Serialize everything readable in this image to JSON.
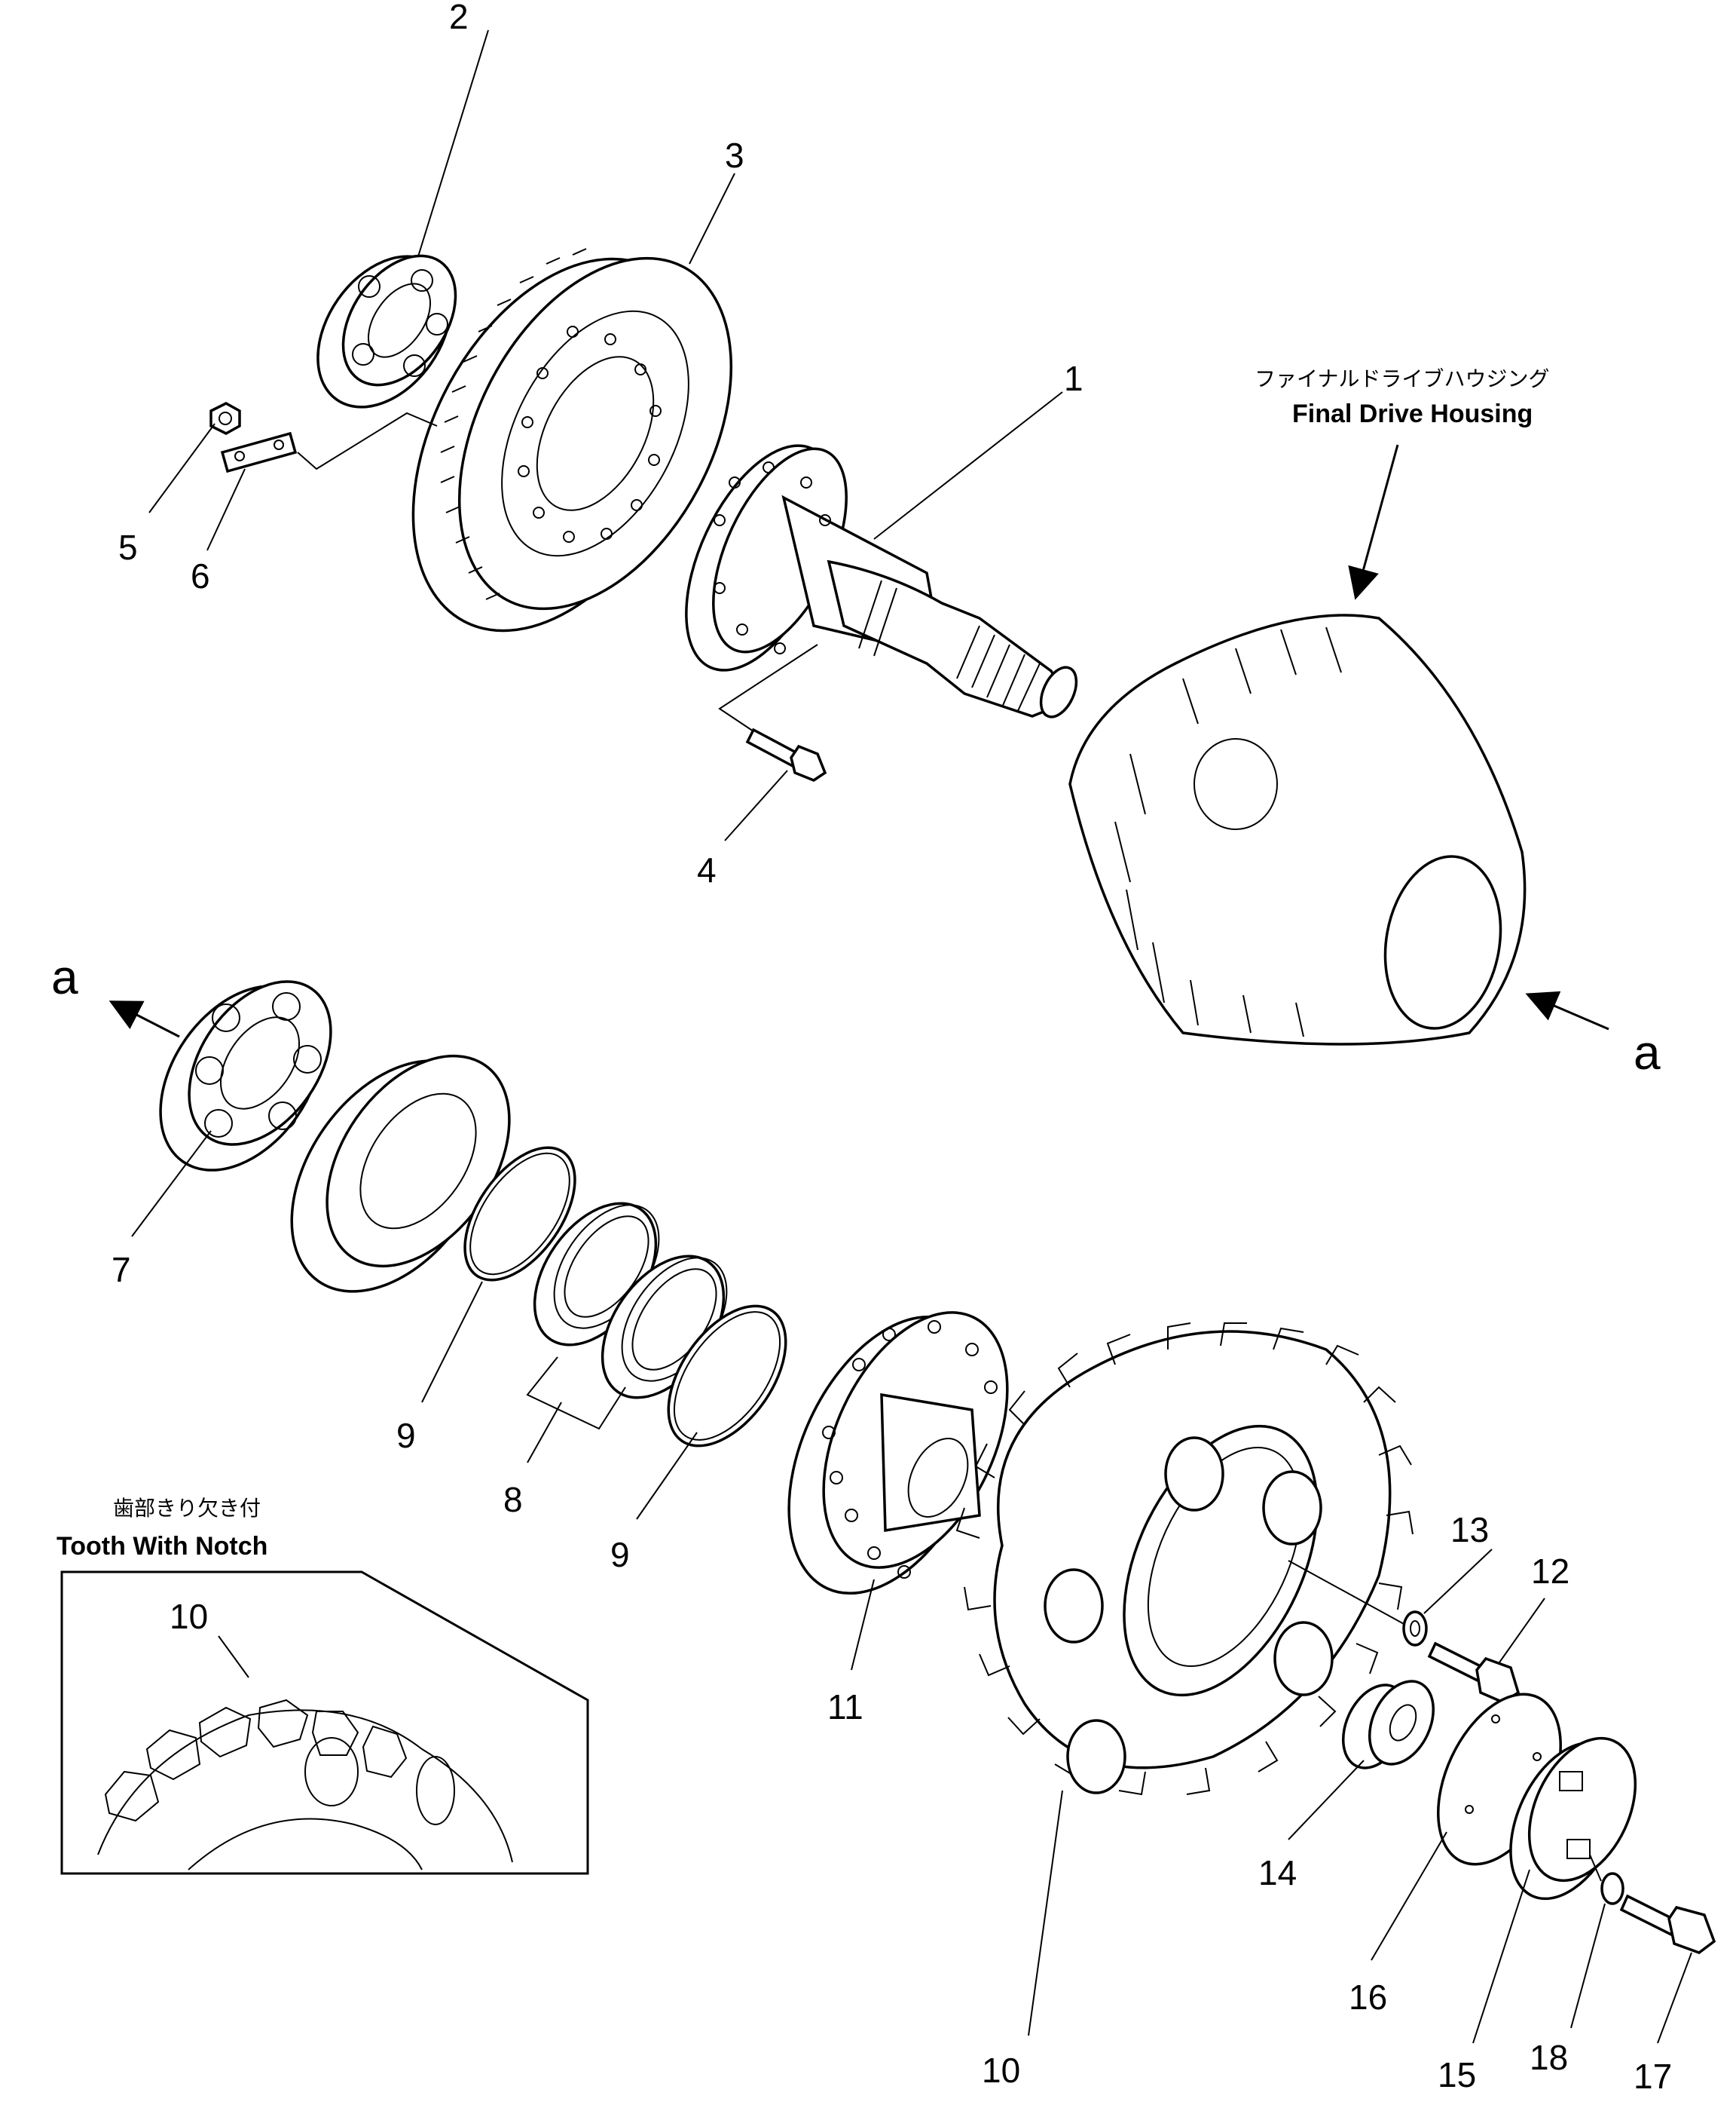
{
  "callouts": {
    "c1": "1",
    "c2": "2",
    "c3": "3",
    "c4": "4",
    "c5": "5",
    "c6": "6",
    "c7": "7",
    "c8": "8",
    "c9a": "9",
    "c9b": "9",
    "c10": "10",
    "c10_inset": "10",
    "c11": "11",
    "c12": "12",
    "c13": "13",
    "c14": "14",
    "c15": "15",
    "c16": "16",
    "c17": "17",
    "c18": "18"
  },
  "housing": {
    "label_jp": "ファイナルドライブハウジング",
    "label_en": "Final Drive Housing"
  },
  "inset": {
    "label_jp": "歯部きり欠き付",
    "label_en": "Tooth With Notch"
  },
  "reference": {
    "left": "a",
    "right": "a"
  }
}
